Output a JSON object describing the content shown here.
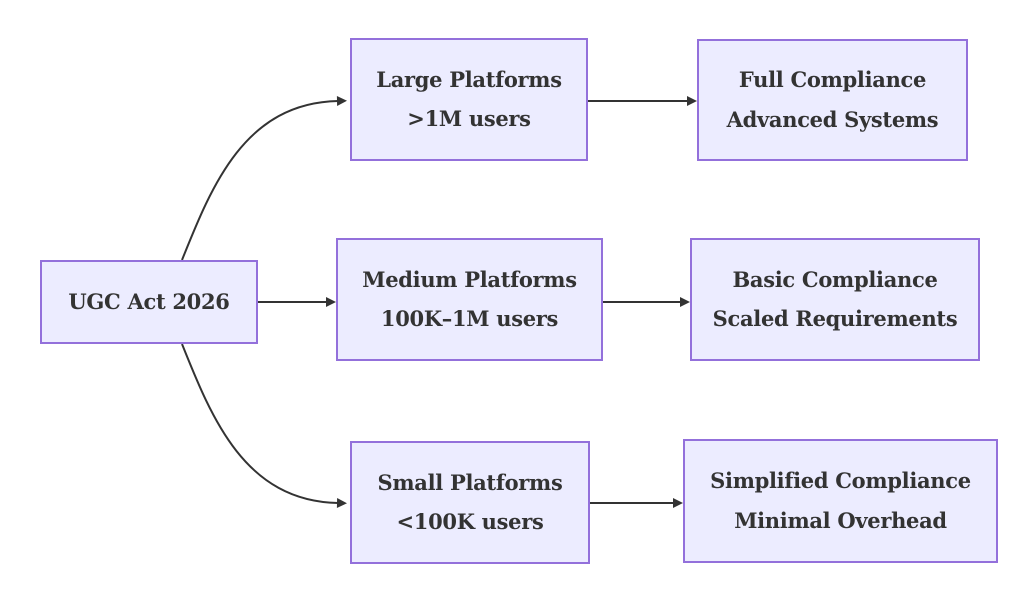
{
  "diagram": {
    "type": "flowchart",
    "direction": "left-to-right",
    "colors": {
      "background": "#ffffff",
      "node_fill": "#ececff",
      "node_border": "#9370db",
      "text": "#333333",
      "arrow": "#333333"
    },
    "nodes": {
      "root": {
        "title": "UGC Act 2026"
      },
      "large": {
        "title": "Large Platforms",
        "subtitle": ">1M users"
      },
      "full": {
        "title": "Full Compliance",
        "subtitle": "Advanced Systems"
      },
      "medium": {
        "title": "Medium Platforms",
        "subtitle": "100K–1M users"
      },
      "basic": {
        "title": "Basic Compliance",
        "subtitle": "Scaled Requirements"
      },
      "small": {
        "title": "Small Platforms",
        "subtitle": "<100K users"
      },
      "simplified": {
        "title": "Simplified Compliance",
        "subtitle": "Minimal Overhead"
      }
    },
    "edges": [
      {
        "from": "UGC Act 2026",
        "to": "Large Platforms"
      },
      {
        "from": "UGC Act 2026",
        "to": "Medium Platforms"
      },
      {
        "from": "UGC Act 2026",
        "to": "Small Platforms"
      },
      {
        "from": "Large Platforms",
        "to": "Full Compliance"
      },
      {
        "from": "Medium Platforms",
        "to": "Basic Compliance"
      },
      {
        "from": "Small Platforms",
        "to": "Simplified Compliance"
      }
    ]
  }
}
